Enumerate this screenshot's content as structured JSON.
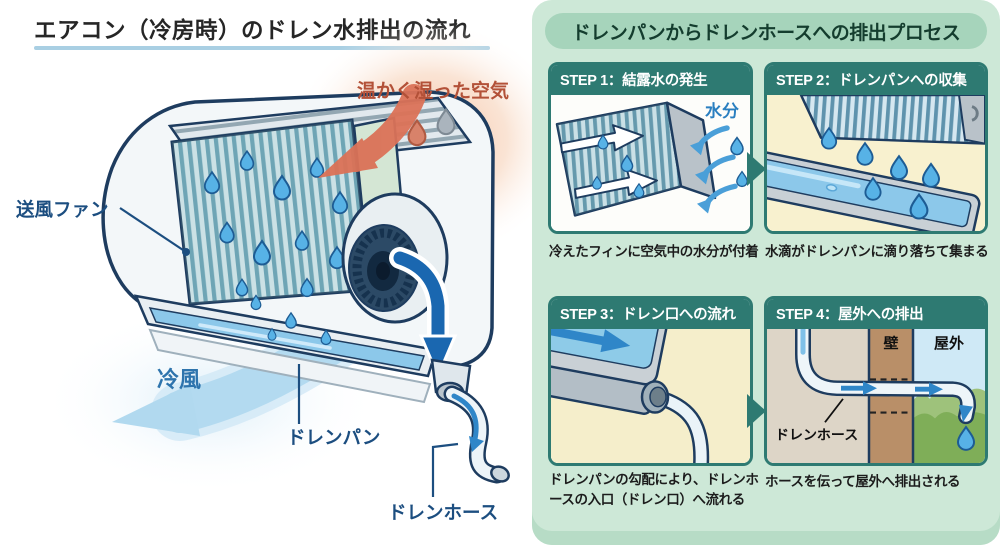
{
  "left_panel": {
    "title": "エアコン（冷房時）のドレン水排出の流れ",
    "labels": {
      "warm_air": "温かく湿った空気",
      "fan": "送風ファン",
      "cool_air": "冷風",
      "drain_pan": "ドレンパン",
      "drain_hose": "ドレンホース"
    }
  },
  "right_panel": {
    "header": "ドレンパンからドレンホースへの排出プロセス",
    "steps": [
      {
        "title": "STEP 1：結露水の発生",
        "caption": "冷えたフィンに空気中の水分が付着",
        "water_label": "水分"
      },
      {
        "title": "STEP 2：ドレンパンへの収集",
        "caption": "水滴がドレンパンに滴り落ちて集まる"
      },
      {
        "title": "STEP 3：ドレン口への流れ",
        "caption": "ドレンパンの勾配により、ドレンホースの入口（ドレン口）へ流れる"
      },
      {
        "title": "STEP 4：屋外への排出",
        "caption": "ホースを伝って屋外へ排出される",
        "wall_label": "壁",
        "outdoor_label": "屋外",
        "hose_label": "ドレンホース"
      }
    ]
  },
  "colors": {
    "panel_green": "#cde8d7",
    "header_pill_green": "#a6d4bb",
    "card_teal": "#2e7a72",
    "flow_blue": "#1a67b0",
    "warm_arrow": "#db7257",
    "label_navy": "#1c4e80",
    "title_underline": "#a9cfe3"
  }
}
